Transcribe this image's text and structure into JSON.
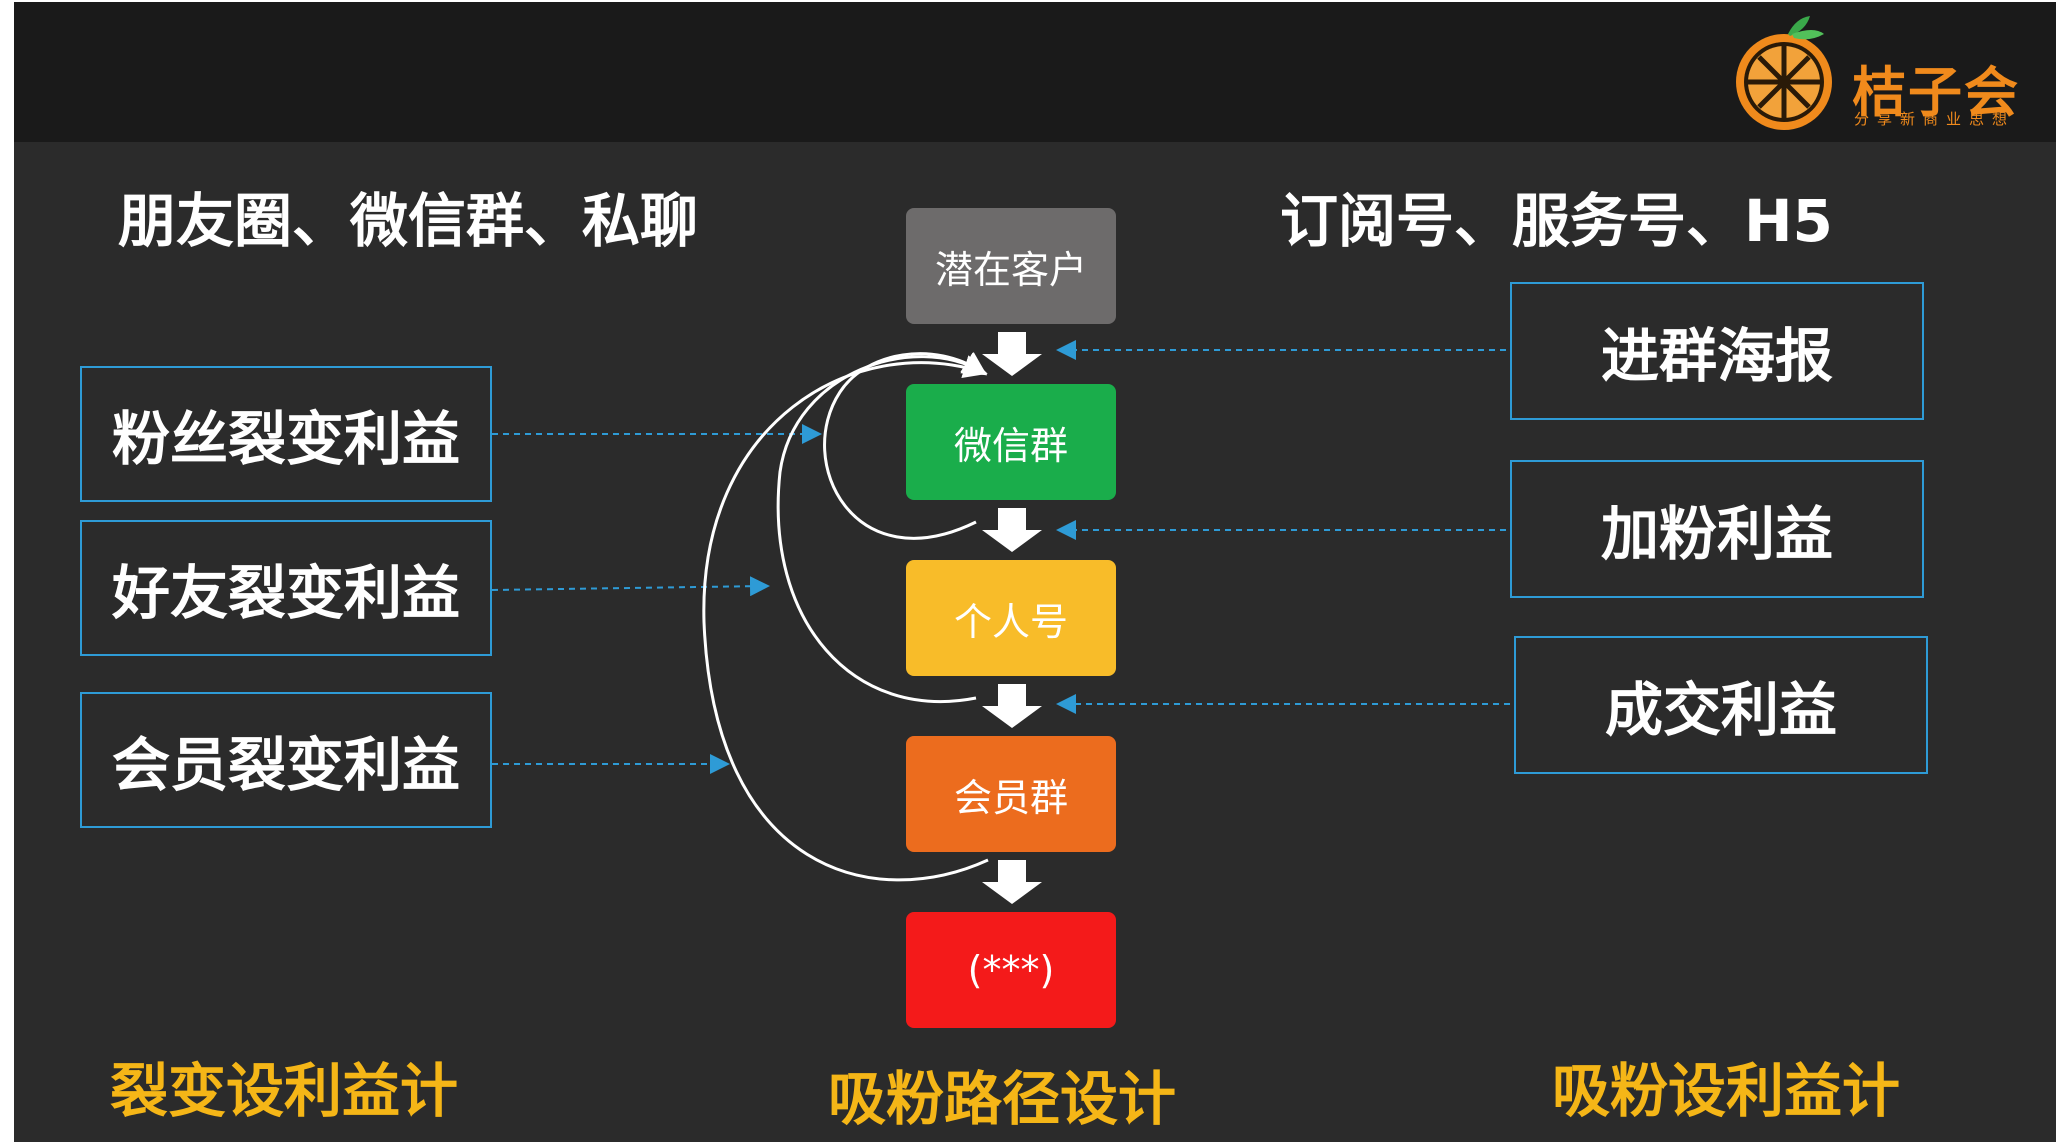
{
  "logo": {
    "name": "桔子会",
    "tagline": "分享新商业思想",
    "color": "#f08a1c"
  },
  "left_heading": "朋友圈、微信群、私聊",
  "right_heading": "订阅号、服务号、H5",
  "left_boxes": [
    {
      "label": "粉丝裂变利益"
    },
    {
      "label": "好友裂变利益"
    },
    {
      "label": "会员裂变利益"
    }
  ],
  "right_boxes": [
    {
      "label": "进群海报"
    },
    {
      "label": "加粉利益"
    },
    {
      "label": "成交利益"
    }
  ],
  "flow": [
    {
      "label": "潜在客户",
      "color": "#6d6b6b"
    },
    {
      "label": "微信群",
      "color": "#1aad4b"
    },
    {
      "label": "个人号",
      "color": "#f8bc29"
    },
    {
      "label": "会员群",
      "color": "#ec6c1e"
    },
    {
      "label": "(***)",
      "color": "#f41a1a"
    }
  ],
  "footers": {
    "left": "裂变设利益计",
    "center": "吸粉路径设计",
    "right": "吸粉设利益计"
  },
  "colors": {
    "background": "#2b2b2b",
    "top_band": "#1a1a1a",
    "box_border": "#2e9bd6",
    "footer_text": "#f5b617"
  }
}
